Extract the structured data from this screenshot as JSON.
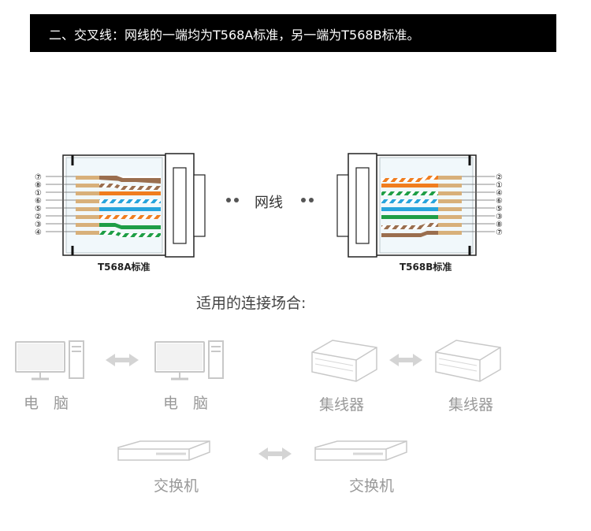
{
  "header": {
    "title": "二、交叉线：网线的一端均为T568A标准，另一端为T568B标准。"
  },
  "connector_a": {
    "label": "T568A标准",
    "pin_order": [
      "⑦",
      "⑧",
      "①",
      "⑥",
      "⑤",
      "②",
      "③",
      "④"
    ]
  },
  "connector_b": {
    "label": "T568B标准",
    "pin_order": [
      "②",
      "①",
      "④",
      "⑥",
      "⑤",
      "③",
      "⑧",
      "⑦"
    ]
  },
  "middle_label": "网线",
  "scenarios": {
    "title": "适用的连接场合:",
    "pairs": [
      {
        "left": "电　脑",
        "right": "电　脑"
      },
      {
        "left": "集线器",
        "right": "集线器"
      },
      {
        "left": "交换机",
        "right": "交换机"
      }
    ]
  },
  "colors": {
    "orange": "#f07d1e",
    "green": "#1e9e46",
    "blue": "#27a4dc",
    "brown": "#9a6e4e",
    "device_gray": "#c8c8c8"
  }
}
